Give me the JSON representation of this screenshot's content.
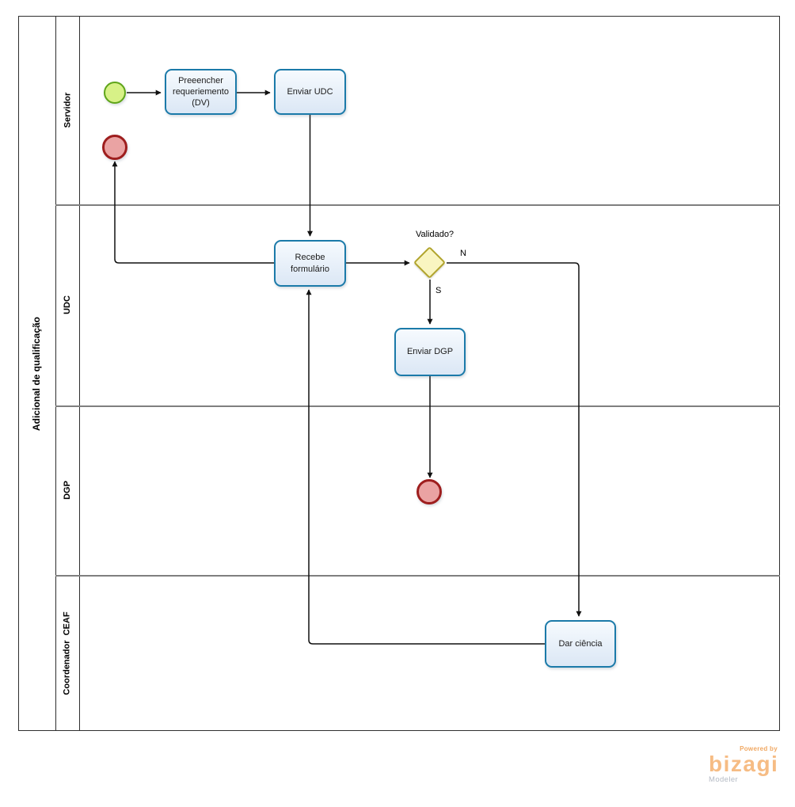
{
  "pool": {
    "title": "Adicional de qualificação",
    "lanes": [
      {
        "label": "Servidor"
      },
      {
        "label": "UDC"
      },
      {
        "label": "DGP"
      },
      {
        "label": "Coordenador  CEAF"
      }
    ]
  },
  "nodes": {
    "start_event": {
      "type": "start-event"
    },
    "task_preencher": {
      "label": "Preeencher requeriemento (DV)"
    },
    "task_enviar_udc": {
      "label": "Enviar UDC"
    },
    "end_event_servidor": {
      "type": "end-event"
    },
    "task_recebe_formulario": {
      "label": "Recebe formulário"
    },
    "gateway_validado": {
      "label": "Validado?"
    },
    "task_enviar_dgp": {
      "label": "Enviar DGP"
    },
    "end_event_dgp": {
      "type": "end-event"
    },
    "task_dar_ciencia": {
      "label": "Dar ciência"
    }
  },
  "flows": {
    "no_label": "N",
    "yes_label": "S"
  },
  "branding": {
    "powered_by": "Powered by",
    "logo": "bizagi",
    "product": "Modeler"
  },
  "colors": {
    "task-border": "#1b7aa9",
    "task-fill-top": "#f6fafe",
    "task-fill-bottom": "#dbe7f5",
    "start-fill": "#d7f187",
    "start-border": "#5fa51a",
    "end-fill": "#eaa3a3",
    "end-border": "#9e1e1e",
    "gateway-fill": "#f9f5c1",
    "gateway-border": "#b1a42c",
    "lane-divider": "#7f7f7f",
    "pool-line": "#2e2e2e",
    "flow": "#111111",
    "logo-orange": "#f6bc84",
    "logo-powered": "#f0a863",
    "logo-gray": "#b4bac4"
  }
}
